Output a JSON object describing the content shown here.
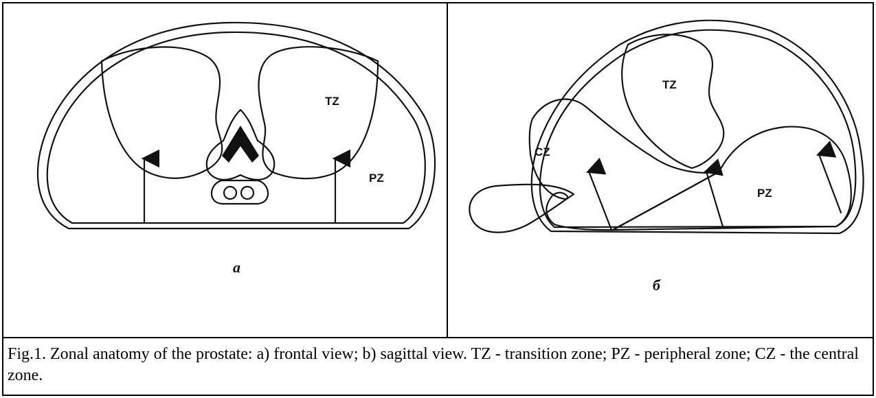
{
  "figure": {
    "panel_a": {
      "letter": "a",
      "labels": {
        "tz": "TZ",
        "pz": "PZ"
      }
    },
    "panel_b": {
      "letter": "б",
      "labels": {
        "tz": "TZ",
        "cz": "CZ",
        "pz": "PZ"
      }
    },
    "caption": "Fig.1. Zonal anatomy of the prostate: a) frontal view; b) sagittal view. TZ - transition zone; PZ - peripheral zone; CZ - the central zone."
  }
}
